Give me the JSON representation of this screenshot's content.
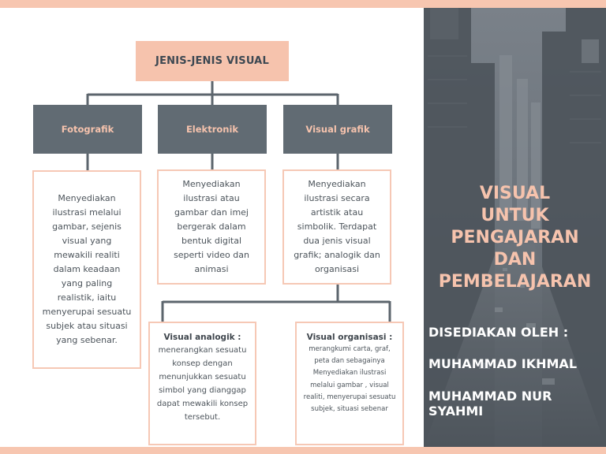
{
  "diagram": {
    "title": "JENIS-JENIS VISUAL",
    "categories": [
      {
        "name": "Fotografik",
        "description": "Menyediakan ilustrasi melalui gambar, sejenis visual yang mewakili realiti dalam keadaan yang paling realistik, iaitu menyerupai sesuatu subjek atau situasi yang sebenar."
      },
      {
        "name": "Elektronik",
        "description": "Menyediakan ilustrasi atau gambar dan imej bergerak dalam bentuk digital seperti video dan animasi"
      },
      {
        "name": "Visual grafik",
        "description": "Menyediakan ilustrasi secara artistik atau simbolik. Terdapat dua jenis visual grafik; analogik dan organisasi"
      }
    ],
    "subtypes": [
      {
        "name": "Visual analogik :",
        "description": "menerangkan sesuatu konsep dengan menunjukkan sesuatu simbol yang dianggap dapat mewakili konsep tersebut."
      },
      {
        "name": "Visual organisasi :",
        "description": "merangkumi carta, graf, peta dan sebagainya Menyediakan ilustrasi melalui gambar , visual realiti, menyerupai sesuatu subjek, situasi sebenar"
      }
    ]
  },
  "panel": {
    "title_lines": [
      "VISUAL",
      "UNTUK",
      "PENGAJARAN",
      "DAN",
      "PEMBELAJARAN"
    ],
    "prepared_by": "DISEDIAKAN OLEH :",
    "authors": [
      "MUHAMMAD IKHMAL",
      "MUHAMMAD NUR SYAHMI"
    ]
  },
  "colors": {
    "accent_peach": "#f6c3ad",
    "category_gray": "#616b73",
    "panel_gray": "#5f676f",
    "connector": "#5c656d"
  }
}
